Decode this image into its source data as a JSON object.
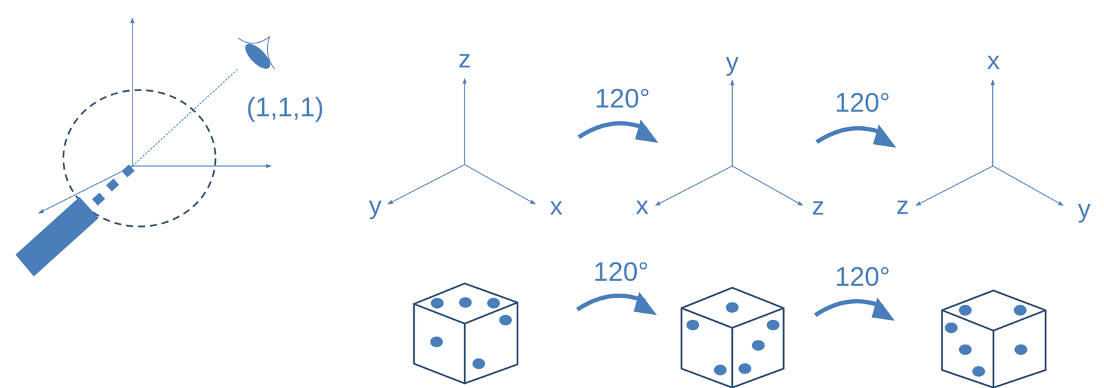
{
  "diagram": {
    "labels": [
      "(1,1,1)",
      "z",
      "y",
      "x",
      "y",
      "x",
      "z",
      "x",
      "z",
      "y",
      "120°",
      "120°",
      "120°",
      "120°"
    ]
  }
}
